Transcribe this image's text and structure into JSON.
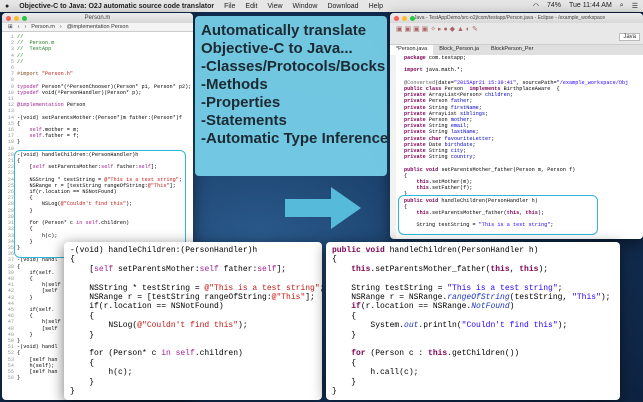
{
  "menubar": {
    "app": "Objective-C to Java: O2J automatic source code translator",
    "items": [
      "File",
      "Edit",
      "View",
      "Window",
      "Download",
      "Help"
    ],
    "battery": "74%",
    "clock": "Tue 11:44 AM"
  },
  "xcode": {
    "title": "Person.m",
    "path_file": "Person.m",
    "path_symbol": "@implementation Person",
    "lines": [
      [
        [
          "//",
          "cm"
        ]
      ],
      [
        [
          "//  Person.m",
          "cm"
        ]
      ],
      [
        [
          "//  TestApp",
          "cm"
        ]
      ],
      [
        [
          "//",
          "cm"
        ]
      ],
      [
        [
          "//",
          "cm"
        ]
      ],
      [
        [
          "",
          ""
        ]
      ],
      [
        [
          "#import ",
          "pp"
        ],
        [
          "\"Person.h\"",
          "str"
        ]
      ],
      [
        [
          "",
          ""
        ]
      ],
      [
        [
          "typedef ",
          "kw"
        ],
        [
          "Person*(^PersonChooser)(Person* p1, Person* p2);",
          ""
        ]
      ],
      [
        [
          "typedef ",
          "kw"
        ],
        [
          "void(^PersonHandler)(Person* p);",
          ""
        ]
      ],
      [
        [
          "",
          ""
        ]
      ],
      [
        [
          "@implementation ",
          "kw"
        ],
        [
          "Person",
          ""
        ]
      ],
      [
        [
          "",
          ""
        ]
      ],
      [
        [
          "-(void) setParentsMother:(Person*)m father:(Person*)f",
          ""
        ]
      ],
      [
        [
          "{",
          ""
        ]
      ],
      [
        [
          "    self",
          "kw"
        ],
        [
          ".mother = m;",
          ""
        ]
      ],
      [
        [
          "    self",
          "kw"
        ],
        [
          ".father = f;",
          ""
        ]
      ],
      [
        [
          "}",
          ""
        ]
      ],
      [
        [
          "",
          ""
        ]
      ],
      [
        [
          "-(void) handleChildren:(PersonHandler)h",
          ""
        ]
      ],
      [
        [
          "{",
          ""
        ]
      ],
      [
        [
          "    [",
          ""
        ],
        [
          "self",
          "kw"
        ],
        [
          " setParentsMother:",
          ""
        ],
        [
          "self",
          "kw"
        ],
        [
          " father:",
          ""
        ],
        [
          "self",
          "kw"
        ],
        [
          "];",
          ""
        ]
      ],
      [
        [
          "",
          ""
        ]
      ],
      [
        [
          "    NSString * testString = ",
          ""
        ],
        [
          "@\"This is a test string\"",
          "str"
        ],
        [
          ";",
          ""
        ]
      ],
      [
        [
          "    NSRange r = [testString rangeOfString:",
          ""
        ],
        [
          "@\"This\"",
          "str"
        ],
        [
          "];",
          ""
        ]
      ],
      [
        [
          "    if(r.location == NSNotFound)",
          ""
        ]
      ],
      [
        [
          "    {",
          ""
        ]
      ],
      [
        [
          "        NSLog(",
          ""
        ],
        [
          "@\"Couldn't find this\"",
          "str"
        ],
        [
          ");",
          ""
        ]
      ],
      [
        [
          "    }",
          ""
        ]
      ],
      [
        [
          "",
          ""
        ]
      ],
      [
        [
          "    for (Person* c ",
          ""
        ],
        [
          "in ",
          "kw"
        ],
        [
          "self",
          "kw"
        ],
        [
          ".children)",
          ""
        ]
      ],
      [
        [
          "    {",
          ""
        ]
      ],
      [
        [
          "        h(c);",
          ""
        ]
      ],
      [
        [
          "    }",
          ""
        ]
      ],
      [
        [
          "}",
          ""
        ]
      ],
      [
        [
          "",
          ""
        ]
      ],
      [
        [
          "-(void) handl",
          ""
        ]
      ],
      [
        [
          "{",
          ""
        ]
      ],
      [
        [
          "    if(self.",
          ""
        ]
      ],
      [
        [
          "    {",
          ""
        ]
      ],
      [
        [
          "        h(self",
          ""
        ]
      ],
      [
        [
          "        [self",
          ""
        ]
      ],
      [
        [
          "    }",
          ""
        ]
      ],
      [
        [
          "",
          ""
        ]
      ],
      [
        [
          "    if(self.",
          ""
        ]
      ],
      [
        [
          "    {",
          ""
        ]
      ],
      [
        [
          "        h(self",
          ""
        ]
      ],
      [
        [
          "        [self",
          ""
        ]
      ],
      [
        [
          "    }",
          ""
        ]
      ],
      [
        [
          "}",
          ""
        ]
      ],
      [
        [
          "-(void) handl",
          ""
        ]
      ],
      [
        [
          "{",
          ""
        ]
      ],
      [
        [
          "    [self han",
          ""
        ]
      ],
      [
        [
          "    h(self);",
          ""
        ]
      ],
      [
        [
          "    [self han",
          ""
        ]
      ],
      [
        [
          "}",
          ""
        ]
      ]
    ]
  },
  "callout": {
    "lines": [
      "Automatically translate",
      "Objective-C to Java...",
      "",
      "-Classes/Protocols/Bocks",
      "-Methods",
      "-Properties",
      "-Statements",
      "-Automatic Type Inference"
    ]
  },
  "eclipse": {
    "title": "Java - TestAppDemo/src-o2j/com/testapp/Person.java - Eclipse - /example_workspace",
    "perspective": "Java",
    "tabs": [
      "*Person.java",
      "Block_Person.ja",
      "BlockPerson_Per"
    ],
    "lines": [
      [
        [
          "package ",
          "jkw"
        ],
        [
          "com.testapp;",
          ""
        ]
      ],
      [
        [
          "",
          ""
        ]
      ],
      [
        [
          "import ",
          "jkw"
        ],
        [
          "java.math.*;",
          ""
        ]
      ],
      [
        [
          "",
          ""
        ]
      ],
      [
        [
          "@Converted",
          "ann"
        ],
        [
          "(date=",
          ""
        ],
        [
          "\"2015Apr21 15:39:41\"",
          "jstr"
        ],
        [
          ", sourcePath=",
          ""
        ],
        [
          "\"/example_workspace/Obj",
          "jstr"
        ]
      ],
      [
        [
          "public class ",
          "jkw"
        ],
        [
          "Person  ",
          ""
        ],
        [
          "implements ",
          "jkw"
        ],
        [
          "BirthplaceAware  {",
          ""
        ]
      ],
      [
        [
          "private ",
          "jkw"
        ],
        [
          "ArrayList<Person> ",
          ""
        ],
        [
          "children",
          "jfld"
        ],
        [
          ";",
          ""
        ]
      ],
      [
        [
          "private ",
          "jkw"
        ],
        [
          "Person ",
          ""
        ],
        [
          "father",
          "jfld"
        ],
        [
          ";",
          ""
        ]
      ],
      [
        [
          "private ",
          "jkw"
        ],
        [
          "String ",
          ""
        ],
        [
          "firstName",
          "jfld"
        ],
        [
          ";",
          ""
        ]
      ],
      [
        [
          "private ",
          "jkw"
        ],
        [
          "ArrayList ",
          ""
        ],
        [
          "siblings",
          "jfld"
        ],
        [
          ";",
          ""
        ]
      ],
      [
        [
          "private ",
          "jkw"
        ],
        [
          "Person ",
          ""
        ],
        [
          "mother",
          "jfld"
        ],
        [
          ";",
          ""
        ]
      ],
      [
        [
          "private ",
          "jkw"
        ],
        [
          "String ",
          ""
        ],
        [
          "email",
          "jfld"
        ],
        [
          ";",
          ""
        ]
      ],
      [
        [
          "private ",
          "jkw"
        ],
        [
          "String ",
          ""
        ],
        [
          "lastName",
          "jfld"
        ],
        [
          ";",
          ""
        ]
      ],
      [
        [
          "private ",
          "jkw"
        ],
        [
          "char ",
          "jkw"
        ],
        [
          "favouriteLetter",
          "jfld"
        ],
        [
          ";",
          ""
        ]
      ],
      [
        [
          "private ",
          "jkw"
        ],
        [
          "Date ",
          ""
        ],
        [
          "birthdate",
          "jfld"
        ],
        [
          ";",
          ""
        ]
      ],
      [
        [
          "private ",
          "jkw"
        ],
        [
          "String ",
          ""
        ],
        [
          "city",
          "jfld"
        ],
        [
          ";",
          ""
        ]
      ],
      [
        [
          "private ",
          "jkw"
        ],
        [
          "String ",
          ""
        ],
        [
          "country",
          "jfld"
        ],
        [
          ";",
          ""
        ]
      ],
      [
        [
          "",
          ""
        ]
      ],
      [
        [
          "public void ",
          "jkw"
        ],
        [
          "setParentsMother_father(Person m, Person f)",
          ""
        ]
      ],
      [
        [
          "{",
          ""
        ]
      ],
      [
        [
          "    this",
          "jkw"
        ],
        [
          ".setMother(m);",
          ""
        ]
      ],
      [
        [
          "    this",
          "jkw"
        ],
        [
          ".setFather(f);",
          ""
        ]
      ],
      [
        [
          "}",
          ""
        ]
      ],
      [
        [
          "public void ",
          "jkw"
        ],
        [
          "handleChildren(PersonHandler h)",
          ""
        ]
      ],
      [
        [
          "{",
          ""
        ]
      ],
      [
        [
          "    this",
          "jkw"
        ],
        [
          ".setParentsMother_father(",
          ""
        ],
        [
          "this",
          "jkw"
        ],
        [
          ", ",
          ""
        ],
        [
          "this",
          "jkw"
        ],
        [
          ");",
          ""
        ]
      ],
      [
        [
          "",
          ""
        ]
      ],
      [
        [
          "    String testString = ",
          ""
        ],
        [
          "\"This is a test string\"",
          "jstr"
        ],
        [
          ";",
          ""
        ]
      ]
    ]
  },
  "popup_objc": {
    "lines": [
      [
        [
          "-(void) handleChildren:(PersonHandler)h",
          ""
        ]
      ],
      [
        [
          "{",
          ""
        ]
      ],
      [
        [
          "    [",
          ""
        ],
        [
          "self",
          "kw"
        ],
        [
          " setParentsMother:",
          ""
        ],
        [
          "self",
          "kw"
        ],
        [
          " father:",
          ""
        ],
        [
          "self",
          "kw"
        ],
        [
          "];",
          ""
        ]
      ],
      [
        [
          "",
          ""
        ]
      ],
      [
        [
          "    NSString * testString = ",
          ""
        ],
        [
          "@\"This is a test string\"",
          "str"
        ],
        [
          ";",
          ""
        ]
      ],
      [
        [
          "    NSRange r = [testString rangeOfString:",
          ""
        ],
        [
          "@\"This\"",
          "str"
        ],
        [
          "];",
          ""
        ]
      ],
      [
        [
          "    if(r.location == NSNotFound)",
          ""
        ]
      ],
      [
        [
          "    {",
          ""
        ]
      ],
      [
        [
          "        NSLog(",
          ""
        ],
        [
          "@\"Couldn't find this\"",
          "str"
        ],
        [
          ");",
          ""
        ]
      ],
      [
        [
          "    }",
          ""
        ]
      ],
      [
        [
          "",
          ""
        ]
      ],
      [
        [
          "    for (Person* c ",
          ""
        ],
        [
          "in ",
          "kw"
        ],
        [
          "self",
          "kw"
        ],
        [
          ".children)",
          ""
        ]
      ],
      [
        [
          "    {",
          ""
        ]
      ],
      [
        [
          "        h(c);",
          ""
        ]
      ],
      [
        [
          "    }",
          ""
        ]
      ],
      [
        [
          "}",
          ""
        ]
      ]
    ]
  },
  "popup_java": {
    "lines": [
      [
        [
          "public void ",
          "jkw"
        ],
        [
          "handleChildren(PersonHandler h)",
          ""
        ]
      ],
      [
        [
          "{",
          ""
        ]
      ],
      [
        [
          "    this",
          "jkw"
        ],
        [
          ".setParentsMother_father(",
          ""
        ],
        [
          "this",
          "jkw"
        ],
        [
          ", ",
          ""
        ],
        [
          "this",
          "jkw"
        ],
        [
          ");",
          ""
        ]
      ],
      [
        [
          "",
          ""
        ]
      ],
      [
        [
          "    String testString = ",
          ""
        ],
        [
          "\"This is a test string\"",
          "jstr"
        ],
        [
          ";",
          ""
        ]
      ],
      [
        [
          "    NSRange r = NSRange.",
          ""
        ],
        [
          "rangeOfString",
          "it"
        ],
        [
          "(testString, ",
          ""
        ],
        [
          "\"This\"",
          "jstr"
        ],
        [
          ");",
          ""
        ]
      ],
      [
        [
          "    if",
          "jkw"
        ],
        [
          "(r.location == NSRange.",
          ""
        ],
        [
          "NotFound",
          "it"
        ],
        [
          ")",
          ""
        ]
      ],
      [
        [
          "    {",
          ""
        ]
      ],
      [
        [
          "        System.",
          ""
        ],
        [
          "out",
          "it"
        ],
        [
          ".println(",
          ""
        ],
        [
          "\"Couldn't find this\"",
          "jstr"
        ],
        [
          ");",
          ""
        ]
      ],
      [
        [
          "    }",
          ""
        ]
      ],
      [
        [
          "",
          ""
        ]
      ],
      [
        [
          "    for ",
          "jkw"
        ],
        [
          "(Person c : ",
          ""
        ],
        [
          "this",
          "jkw"
        ],
        [
          ".getChildren())",
          ""
        ]
      ],
      [
        [
          "    {",
          ""
        ]
      ],
      [
        [
          "        h.call(c);",
          ""
        ]
      ],
      [
        [
          "    }",
          ""
        ]
      ],
      [
        [
          "}",
          ""
        ]
      ]
    ]
  }
}
